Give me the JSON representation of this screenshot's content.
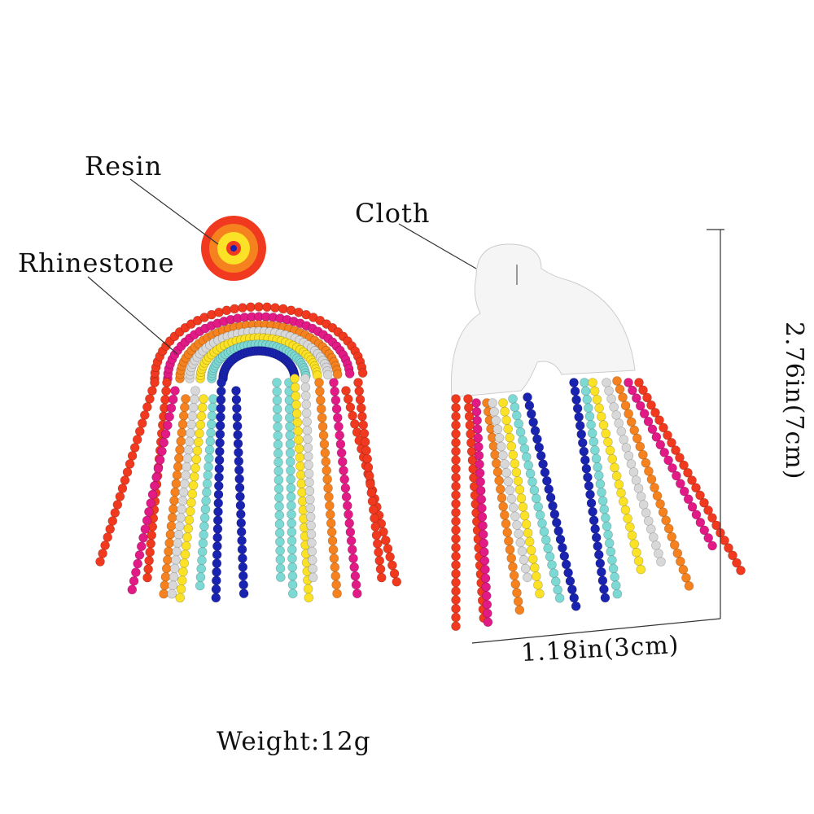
{
  "labels": {
    "resin": "Resin",
    "rhinestone": "Rhinestone",
    "cloth": "Cloth",
    "height": "2.76in(7cm)",
    "width": "1.18in(3cm)",
    "weight": "Weight:12g"
  },
  "colors": {
    "red": "#f1391f",
    "magenta": "#e11a86",
    "orange": "#f5821e",
    "yellow": "#fbe226",
    "turquoise": "#7dd9d4",
    "blue": "#1a23b0",
    "rhinestone": "#d8d8d8",
    "cloth": "#f5f5f5"
  }
}
